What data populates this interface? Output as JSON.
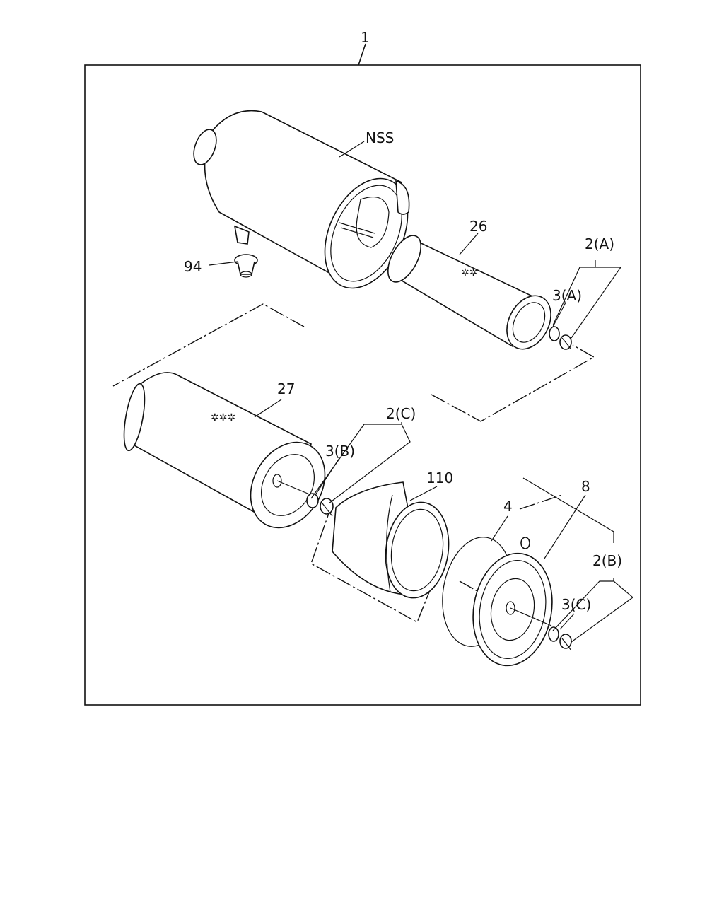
{
  "callouts": {
    "c1": "1",
    "nss": "NSS",
    "c26": "26",
    "c2a": "2(A)",
    "c3a": "3(A)",
    "c94": "94",
    "c27": "27",
    "c2c": "2(C)",
    "c3b": "3(B)",
    "c110": "110",
    "c4": "4",
    "c8": "8",
    "c2b": "2(B)",
    "c3c": "3(C)"
  }
}
